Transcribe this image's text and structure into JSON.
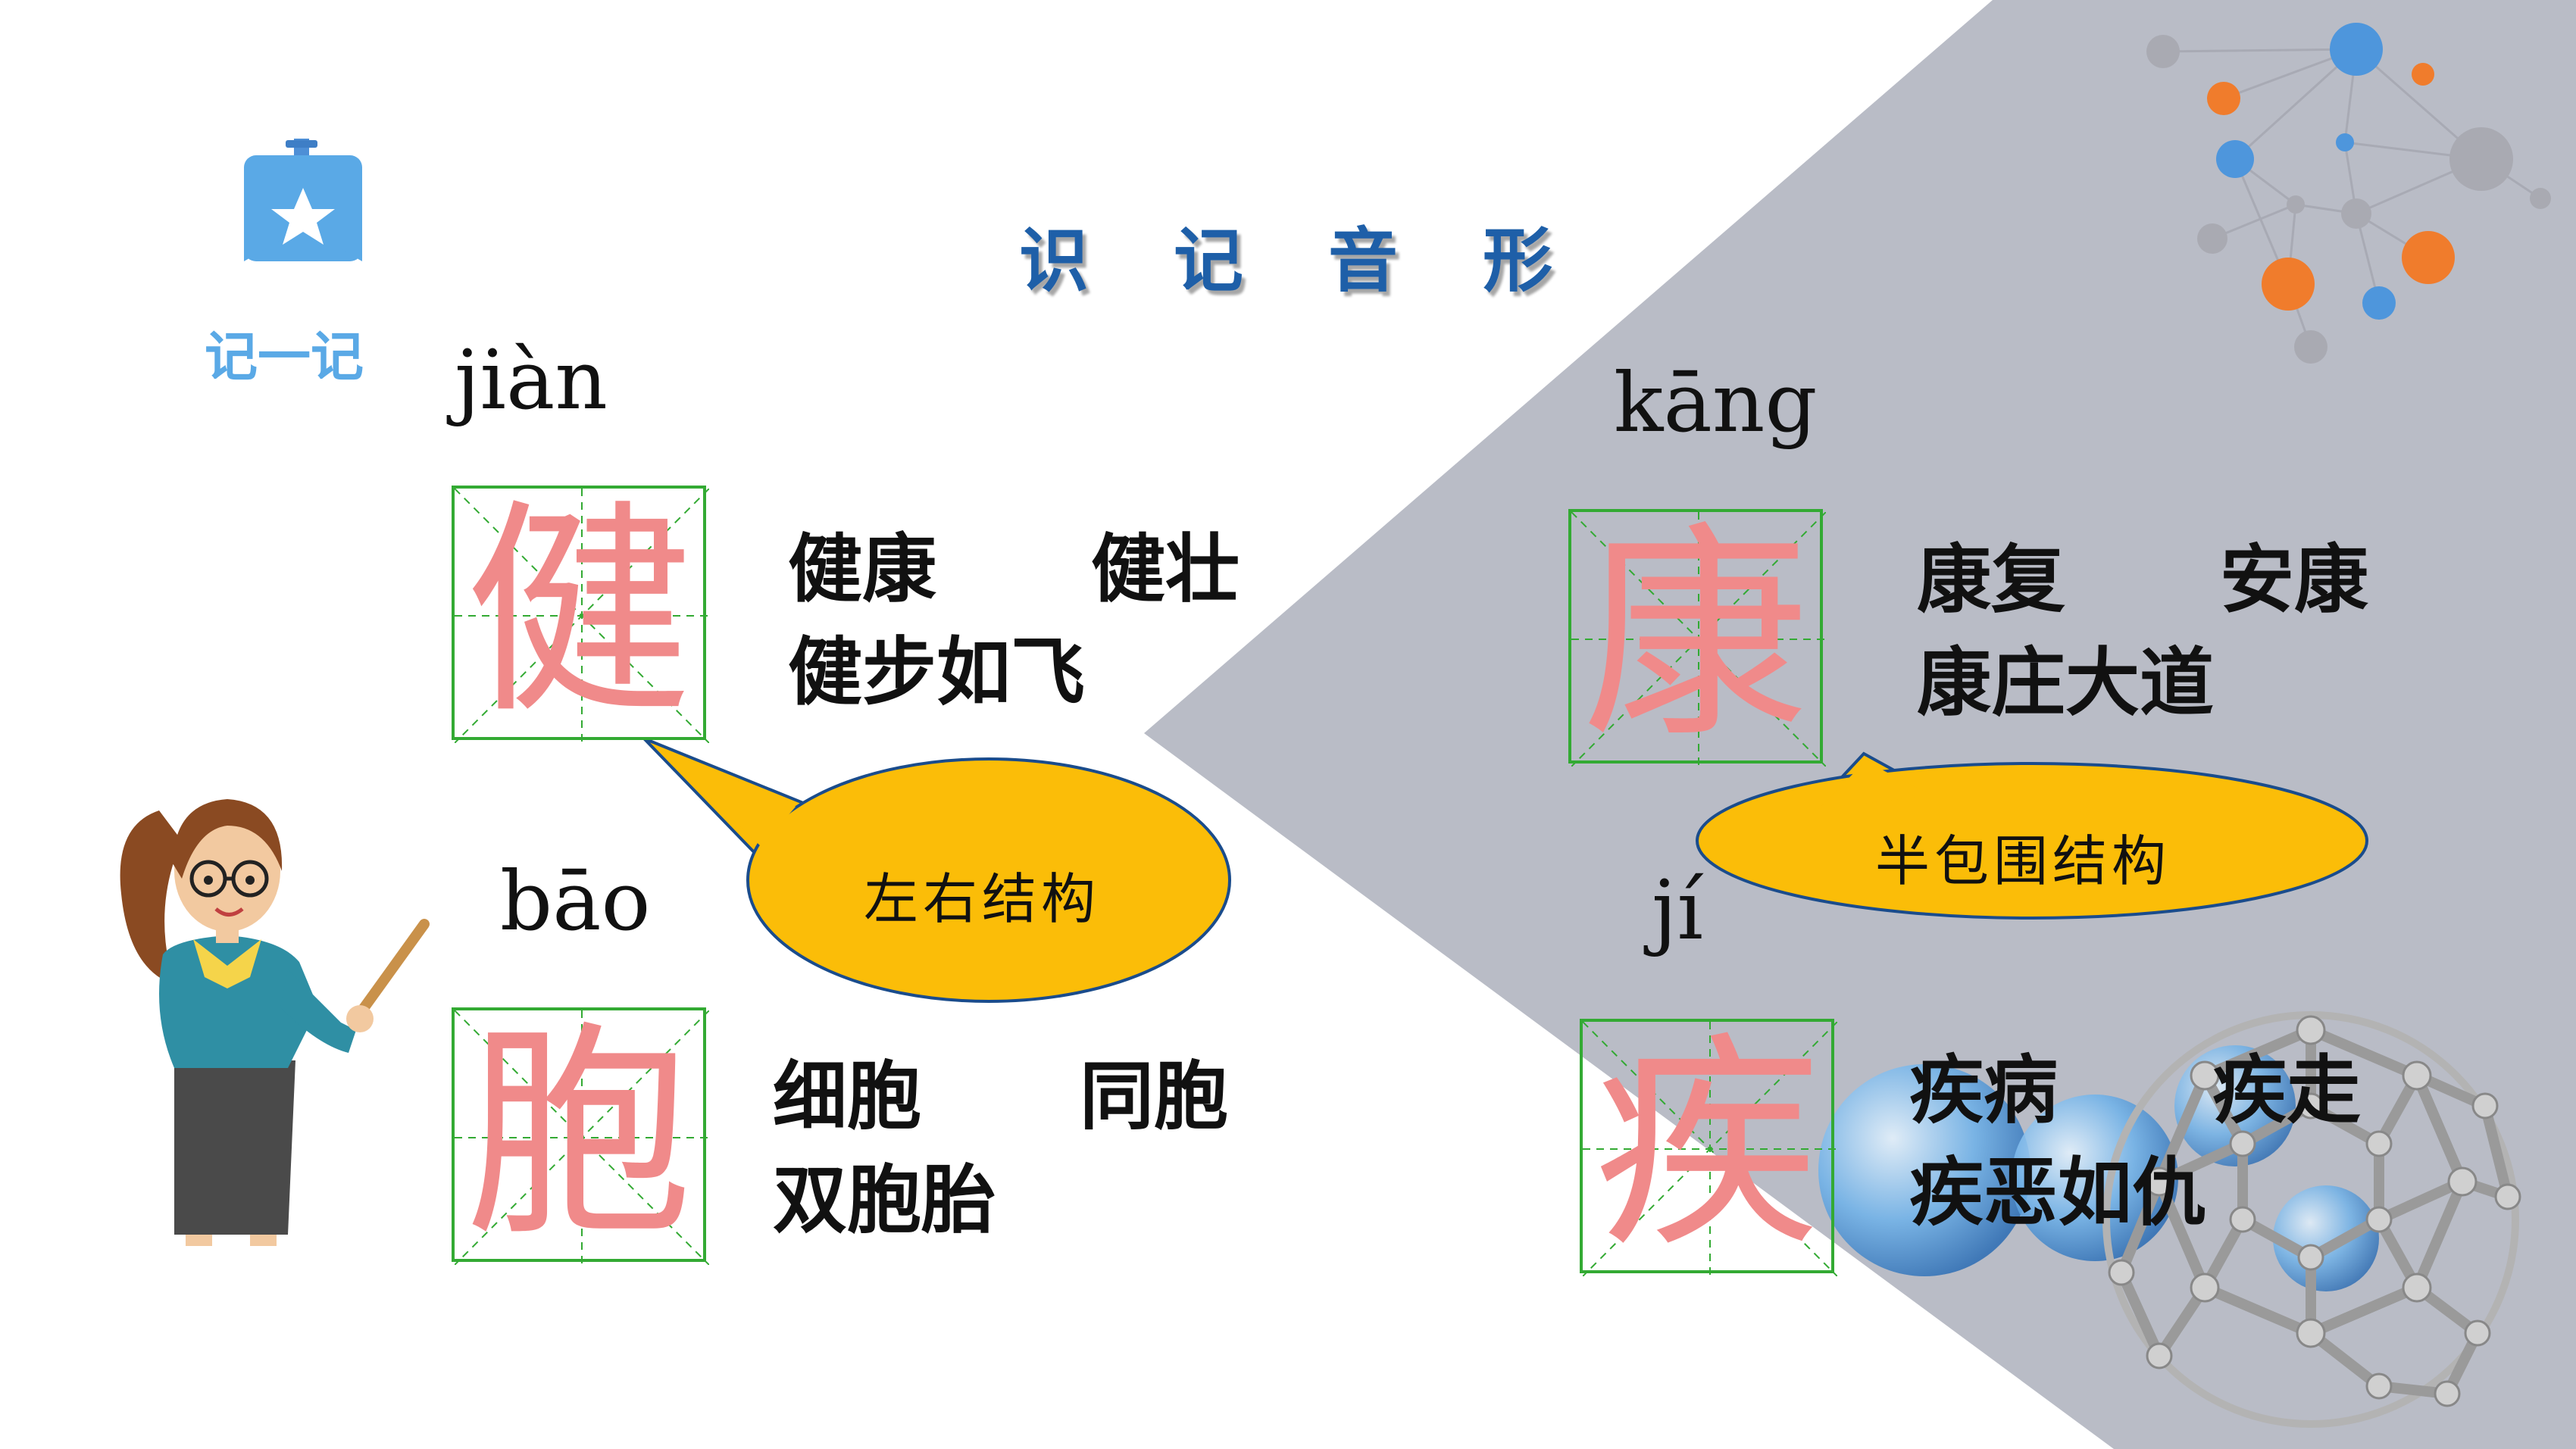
{
  "slide": {
    "title": "识 记 音 形",
    "badge_label": "记一记"
  },
  "characters": [
    {
      "id": "jian",
      "pinyin": "jiàn",
      "char": "健",
      "words": [
        "健康",
        "健壮",
        "健步如飞"
      ]
    },
    {
      "id": "bao",
      "pinyin": "bāo",
      "char": "胞",
      "words": [
        "细胞",
        "同胞",
        "双胞胎"
      ]
    },
    {
      "id": "kang",
      "pinyin": "kāng",
      "char": "康",
      "words": [
        "康复",
        "安康",
        "康庄大道"
      ]
    },
    {
      "id": "ji",
      "pinyin": "jí",
      "char": "疾",
      "words": [
        "疾病",
        "疾走",
        "疾恶如仇"
      ]
    }
  ],
  "callouts": {
    "left": "左右结构",
    "right": "半包围结构"
  },
  "colors": {
    "title": "#1e5fa8",
    "badge": "#5aa9e6",
    "grid_char": "#f08a8a",
    "grid_line": "#33aa33",
    "bubble": "#fbbd08",
    "gray_panel": "#b9bcc6"
  }
}
